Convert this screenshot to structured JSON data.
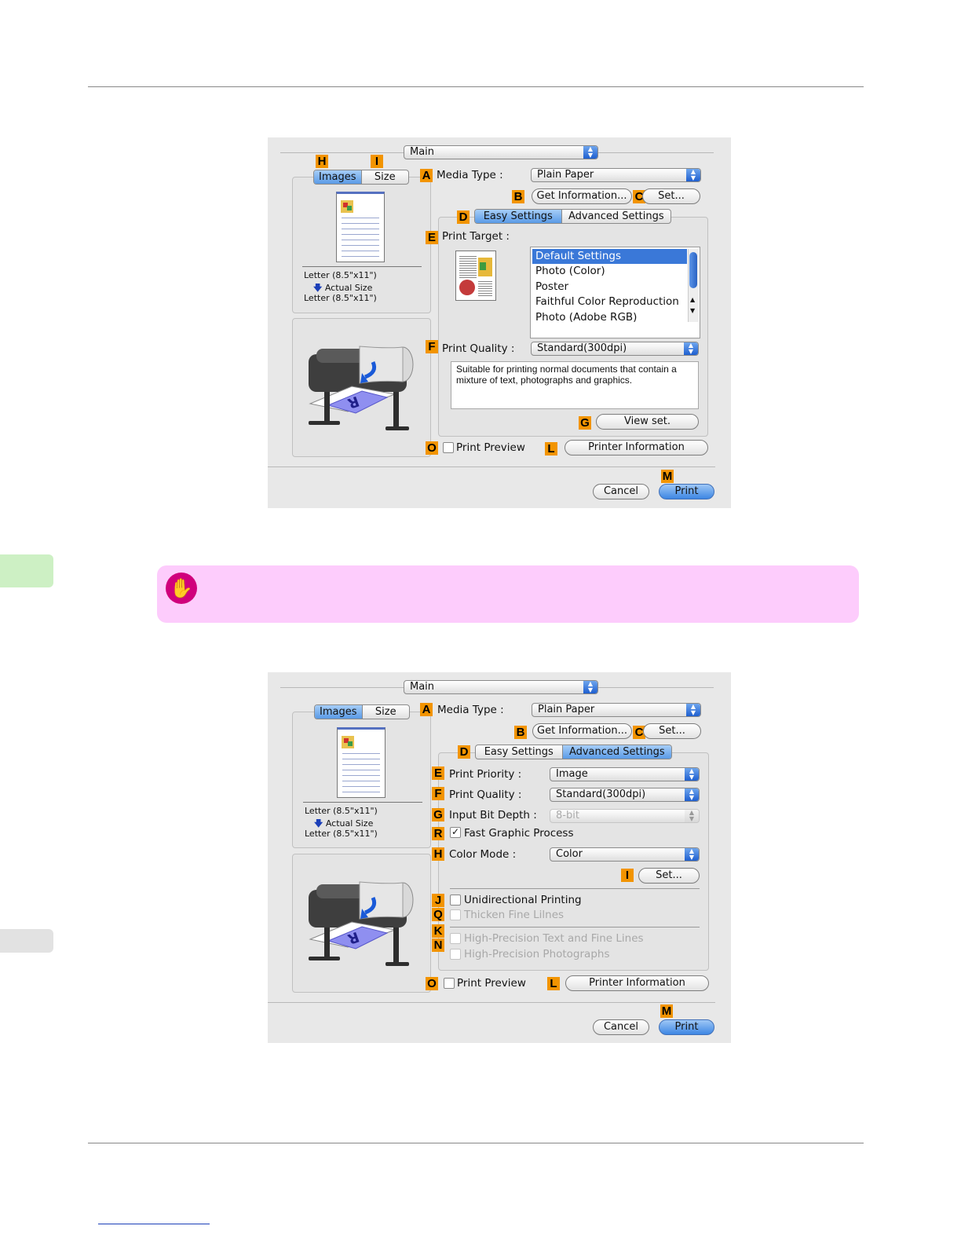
{
  "dialog1": {
    "top_menu": "Main",
    "tab_images": "Images",
    "tab_size": "Size",
    "media_type_label": "Media Type :",
    "media_type_value": "Plain Paper",
    "get_information": "Get Information...",
    "set": "Set...",
    "easy_settings": "Easy Settings",
    "advanced_settings": "Advanced Settings",
    "print_target_label": "Print Target :",
    "print_targets": [
      "Default Settings",
      "Photo (Color)",
      "Poster",
      "Faithful Color Reproduction",
      "Photo (Adobe RGB)"
    ],
    "print_quality_label": "Print Quality :",
    "print_quality_value": "Standard(300dpi)",
    "description": "Suitable for printing normal documents that contain a mixture of text, photographs and graphics.",
    "view_set": "View set.",
    "print_preview": "Print Preview",
    "printer_information": "Printer Information",
    "cancel": "Cancel",
    "print": "Print",
    "size_from": "Letter (8.5\"x11\")",
    "actual_size": "Actual Size",
    "size_to": "Letter (8.5\"x11\")",
    "tags": {
      "H": "H",
      "I": "I",
      "A": "A",
      "B": "B",
      "C": "C",
      "D": "D",
      "E": "E",
      "F": "F",
      "G": "G",
      "O": "O",
      "L": "L",
      "M": "M"
    }
  },
  "dialog2": {
    "top_menu": "Main",
    "tab_images": "Images",
    "tab_size": "Size",
    "media_type_label": "Media Type :",
    "media_type_value": "Plain Paper",
    "get_information": "Get Information...",
    "set": "Set...",
    "easy_settings": "Easy Settings",
    "advanced_settings": "Advanced Settings",
    "print_priority_label": "Print Priority :",
    "print_priority_value": "Image",
    "print_quality_label": "Print Quality :",
    "print_quality_value": "Standard(300dpi)",
    "input_bit_depth_label": "Input Bit Depth :",
    "input_bit_depth_value": "8-bit",
    "fast_graphic_process": "Fast Graphic Process",
    "color_mode_label": "Color Mode :",
    "color_mode_value": "Color",
    "color_set": "Set...",
    "unidirectional_printing": "Unidirectional Printing",
    "thicken_fine_lines": "Thicken Fine Lilnes",
    "high_precision_text": "High-Precision Text and Fine Lines",
    "high_precision_photos": "High-Precision Photographs",
    "print_preview": "Print Preview",
    "printer_information": "Printer Information",
    "cancel": "Cancel",
    "print": "Print",
    "size_from": "Letter (8.5\"x11\")",
    "actual_size": "Actual Size",
    "size_to": "Letter (8.5\"x11\")",
    "tags": {
      "A": "A",
      "B": "B",
      "C": "C",
      "D": "D",
      "E": "E",
      "F": "F",
      "G": "G",
      "R": "R",
      "H": "H",
      "I": "I",
      "J": "J",
      "Q": "Q",
      "K": "K",
      "N": "N",
      "O": "O",
      "L": "L",
      "M": "M"
    }
  },
  "colors": {
    "note_bg": "#fdccfc",
    "tag": "#f29400",
    "side_tab_green": "#cdf0c4",
    "side_tab_gray": "#e2e2e2"
  }
}
